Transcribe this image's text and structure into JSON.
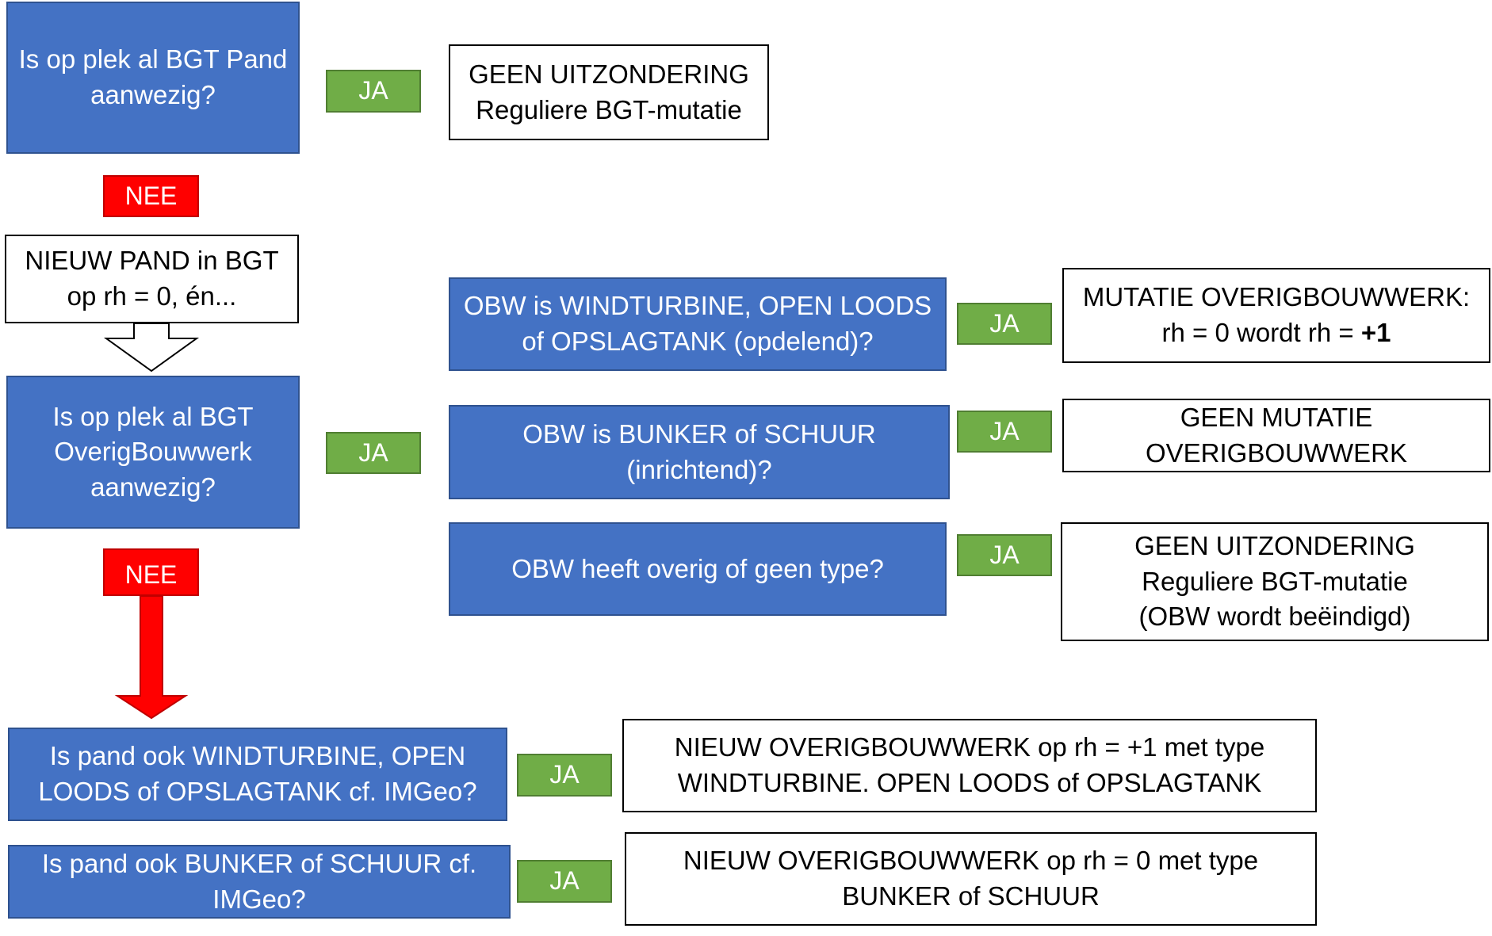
{
  "q_pand": [
    "Is op plek al BGT Pand",
    "aanwezig?"
  ],
  "label_ja_1": "JA",
  "res_geen_uitzondering_1": [
    "GEEN UITZONDERING",
    "Reguliere BGT-mutatie"
  ],
  "label_nee_1": "NEE",
  "nieuw_pand": [
    "NIEUW PAND in BGT",
    "op rh = 0, én..."
  ],
  "q_overig": [
    "Is op plek al BGT",
    "OverigBouwwerk",
    "aanwezig?"
  ],
  "label_ja_2": "JA",
  "label_nee_2": "NEE",
  "q_windturbine": [
    "OBW is WINDTURBINE, OPEN LOODS",
    "of OPSLAGTANK (opdelend)?"
  ],
  "label_ja_3": "JA",
  "res_mutatie": {
    "line1": "MUTATIE OVERIGBOUWWERK:",
    "line2_prefix": "rh = 0 wordt rh = ",
    "line2_bold": "+1"
  },
  "q_bunker": [
    "OBW is BUNKER of SCHUUR",
    "(inrichtend)?"
  ],
  "label_ja_4": "JA",
  "res_geen_mutatie": [
    "GEEN MUTATIE",
    "OVERIGBOUWWERK"
  ],
  "q_geen_type": [
    "OBW heeft overig of geen type?"
  ],
  "label_ja_5": "JA",
  "res_geen_uitzondering_2": [
    "GEEN UITZONDERING",
    "Reguliere BGT-mutatie",
    "(OBW wordt beëindigd)"
  ],
  "q_pand_windturbine": [
    "Is pand ook WINDTURBINE, OPEN",
    "LOODS of OPSLAGTANK cf. IMGeo?"
  ],
  "label_ja_6": "JA",
  "res_nieuw_obw_1": [
    "NIEUW OVERIGBOUWWERK op rh = +1 met type",
    "WINDTURBINE. OPEN LOODS of OPSLAGTANK"
  ],
  "q_pand_bunker": [
    "Is pand ook BUNKER of SCHUUR cf.",
    "IMGeo?"
  ],
  "label_ja_7": "JA",
  "res_nieuw_obw_2": [
    "NIEUW OVERIGBOUWWERK op rh = 0 met type",
    "BUNKER of SCHUUR"
  ],
  "colors": {
    "blue": "#4472c4",
    "green": "#70ad47",
    "red": "#ff0000",
    "red_arrow": "#ff0000"
  }
}
